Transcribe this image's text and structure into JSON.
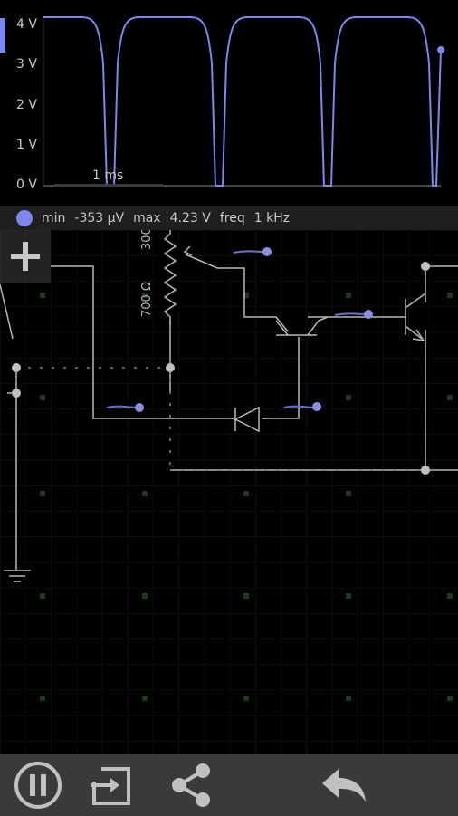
{
  "scope": {
    "y_ticks": [
      "4 V",
      "3 V",
      "2 V",
      "1 V",
      "0 V"
    ],
    "time_scale": "1 ms",
    "trace_color": "#7f86f0"
  },
  "info": {
    "min_label": "min",
    "min_value": "-353 µV",
    "max_label": "max",
    "max_value": "4.23 V",
    "freq_label": "freq",
    "freq_value": "1 kHz"
  },
  "circuit": {
    "resistor_top_label": "300",
    "resistor_bottom_label": "700 Ω"
  },
  "toolbar": {
    "icons": [
      "pause-icon",
      "export-icon",
      "share-icon",
      "undo-icon"
    ]
  }
}
